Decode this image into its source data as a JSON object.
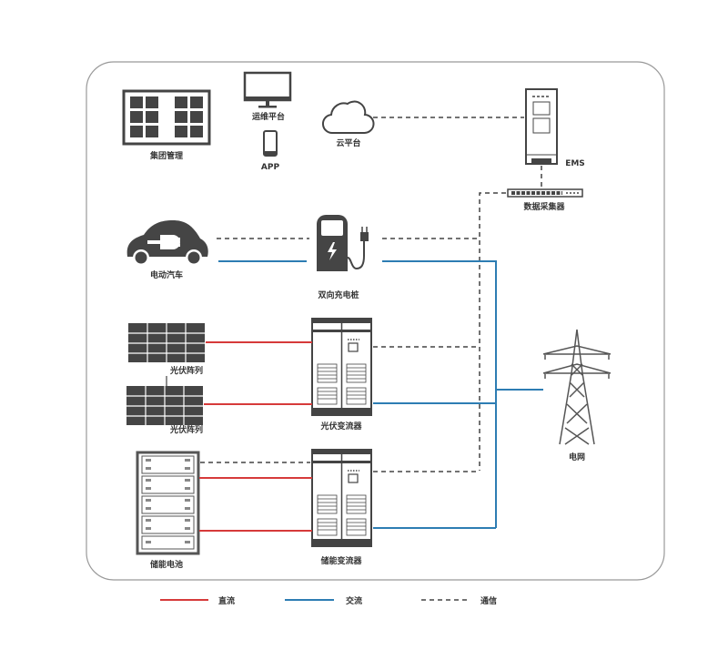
{
  "colors": {
    "dc": "#d63a3a",
    "ac": "#2d7db3",
    "comm": "#444444",
    "device": "#454545"
  },
  "labels": {
    "group_mgmt": "集团管理",
    "ops_platform": "运维平台",
    "app": "APP",
    "cloud": "云平台",
    "ems": "EMS",
    "collector": "数据采集器",
    "ev": "电动汽车",
    "charger": "双向充电桩",
    "pv1": "光伏阵列",
    "pv2": "光伏阵列",
    "pv_inverter": "光伏变流器",
    "grid": "电网",
    "battery": "储能电池",
    "storage_inverter": "储能变流器"
  },
  "legend": {
    "dc": "直流",
    "ac": "交流",
    "comm": "通信"
  }
}
